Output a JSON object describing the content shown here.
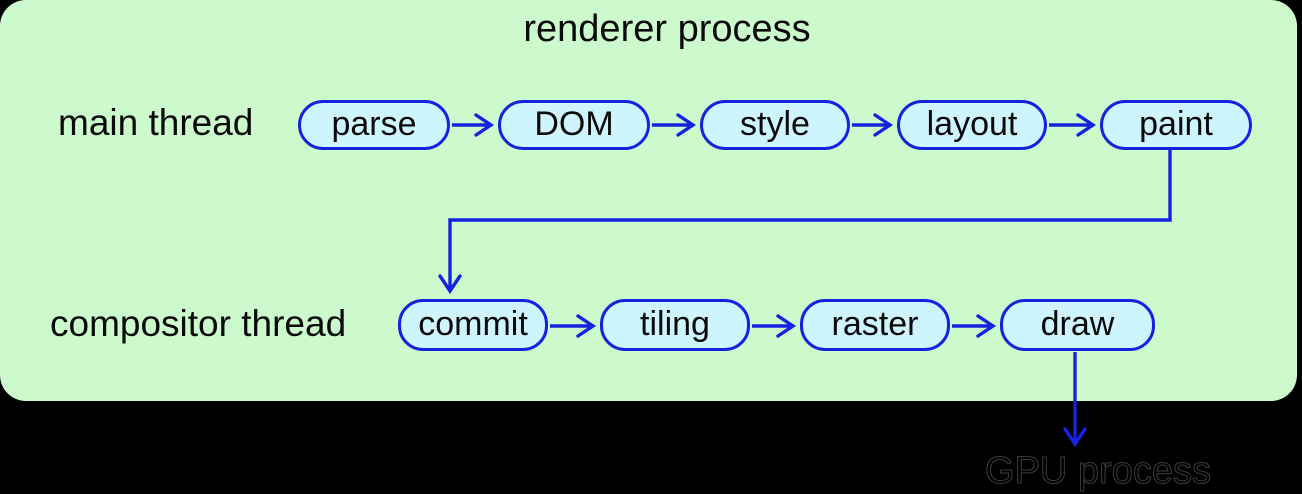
{
  "title": "renderer process",
  "colors": {
    "canvas": "#000000",
    "panel": "#cdfacd",
    "node_fill": "#cef4fe",
    "accent": "#1522de",
    "text": "#0a0a0a"
  },
  "rows": [
    {
      "label": "main thread",
      "nodes": [
        "parse",
        "DOM",
        "style",
        "layout",
        "paint"
      ]
    },
    {
      "label": "compositor thread",
      "nodes": [
        "commit",
        "tiling",
        "raster",
        "draw"
      ]
    }
  ],
  "external": {
    "label": "GPU process"
  }
}
